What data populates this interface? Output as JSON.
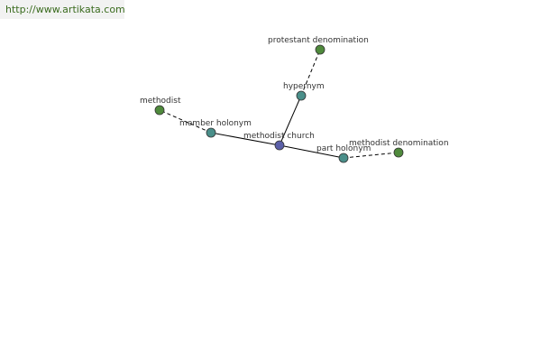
{
  "site": {
    "link_text": "http://www.artikata.com"
  },
  "graph": {
    "nodes": [
      {
        "id": "methodist-church",
        "label": "methodist church",
        "color": "#5b5fa8"
      },
      {
        "id": "hypernym",
        "label": "hypernym",
        "color": "#4a8f8a"
      },
      {
        "id": "member-holonym",
        "label": "member holonym",
        "color": "#4a8f8a"
      },
      {
        "id": "part-holonym",
        "label": "part holonym",
        "color": "#4a8f8a"
      },
      {
        "id": "protestant-denomination",
        "label": "protestant denomination",
        "color": "#4f8a3c"
      },
      {
        "id": "methodist",
        "label": "methodist",
        "color": "#4f8a3c"
      },
      {
        "id": "methodist-denomination",
        "label": "methodist denomination",
        "color": "#4f8a3c"
      }
    ],
    "edges": [
      {
        "from": "methodist-church",
        "to": "hypernym",
        "style": "solid"
      },
      {
        "from": "methodist-church",
        "to": "member-holonym",
        "style": "solid"
      },
      {
        "from": "methodist-church",
        "to": "part-holonym",
        "style": "solid"
      },
      {
        "from": "hypernym",
        "to": "protestant-denomination",
        "style": "dashed"
      },
      {
        "from": "member-holonym",
        "to": "methodist",
        "style": "dashed"
      },
      {
        "from": "part-holonym",
        "to": "methodist-denomination",
        "style": "dashed"
      }
    ]
  }
}
